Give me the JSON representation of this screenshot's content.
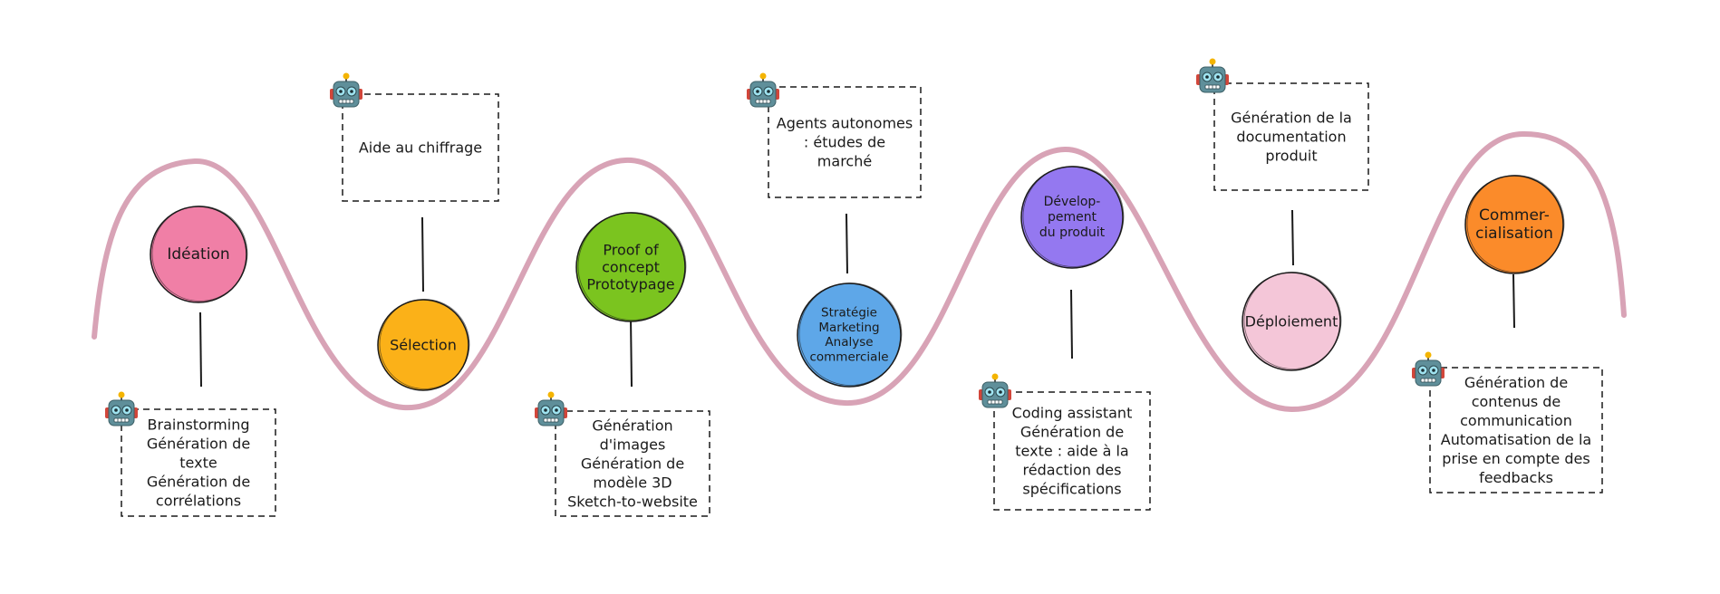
{
  "colors": {
    "path": "#d8a3b6",
    "ink": "#1a1a1a",
    "robot_body": "#5f8f9a",
    "robot_eye": "#9fe3f0",
    "robot_antenna": "#f4b400",
    "robot_ear": "#d2463a"
  },
  "stages": [
    {
      "id": "ideation",
      "label": [
        "Idéation"
      ],
      "color": "#f07fa6"
    },
    {
      "id": "selection",
      "label": [
        "Sélection"
      ],
      "color": "#fbb118"
    },
    {
      "id": "poc",
      "label": [
        "Proof of",
        "concept",
        "Prototypage"
      ],
      "color": "#7bc41f"
    },
    {
      "id": "strategie",
      "label": [
        "Stratégie",
        "Marketing",
        "Analyse",
        "commerciale"
      ],
      "color": "#5ea7e8"
    },
    {
      "id": "developpement",
      "label": [
        "Dévelop-",
        "pement",
        "du produit"
      ],
      "color": "#9478f0"
    },
    {
      "id": "deploiement",
      "label": [
        "Déploiement"
      ],
      "color": "#f4c6d8"
    },
    {
      "id": "commercialisation",
      "label": [
        "Commer-",
        "cialisation"
      ],
      "color": "#fb8b2a"
    }
  ],
  "boxes": [
    {
      "id": "ideation-ai",
      "icon": "robot-icon",
      "lines": [
        "Brainstorming",
        "Génération de",
        "texte",
        "Génération de",
        "corrélations"
      ]
    },
    {
      "id": "selection-ai",
      "icon": "robot-icon",
      "lines": [
        "Aide au chiffrage"
      ]
    },
    {
      "id": "poc-ai",
      "icon": "robot-icon",
      "lines": [
        "Génération",
        "d'images",
        "Génération de",
        "modèle 3D",
        "Sketch-to-website"
      ]
    },
    {
      "id": "strategie-ai",
      "icon": "robot-icon",
      "lines": [
        "Agents autonomes",
        ": études de",
        "marché"
      ]
    },
    {
      "id": "developpement-ai",
      "icon": "robot-icon",
      "lines": [
        "Coding assistant",
        "Génération de",
        "texte : aide à la",
        "rédaction des",
        "spécifications"
      ]
    },
    {
      "id": "deploiement-ai",
      "icon": "robot-icon",
      "lines": [
        "Génération de la",
        "documentation",
        "produit"
      ]
    },
    {
      "id": "commercialisation-ai",
      "icon": "robot-icon",
      "lines": [
        "Génération de",
        "contenus de",
        "communication",
        "Automatisation de la",
        "prise en compte des",
        "feedbacks"
      ]
    }
  ]
}
